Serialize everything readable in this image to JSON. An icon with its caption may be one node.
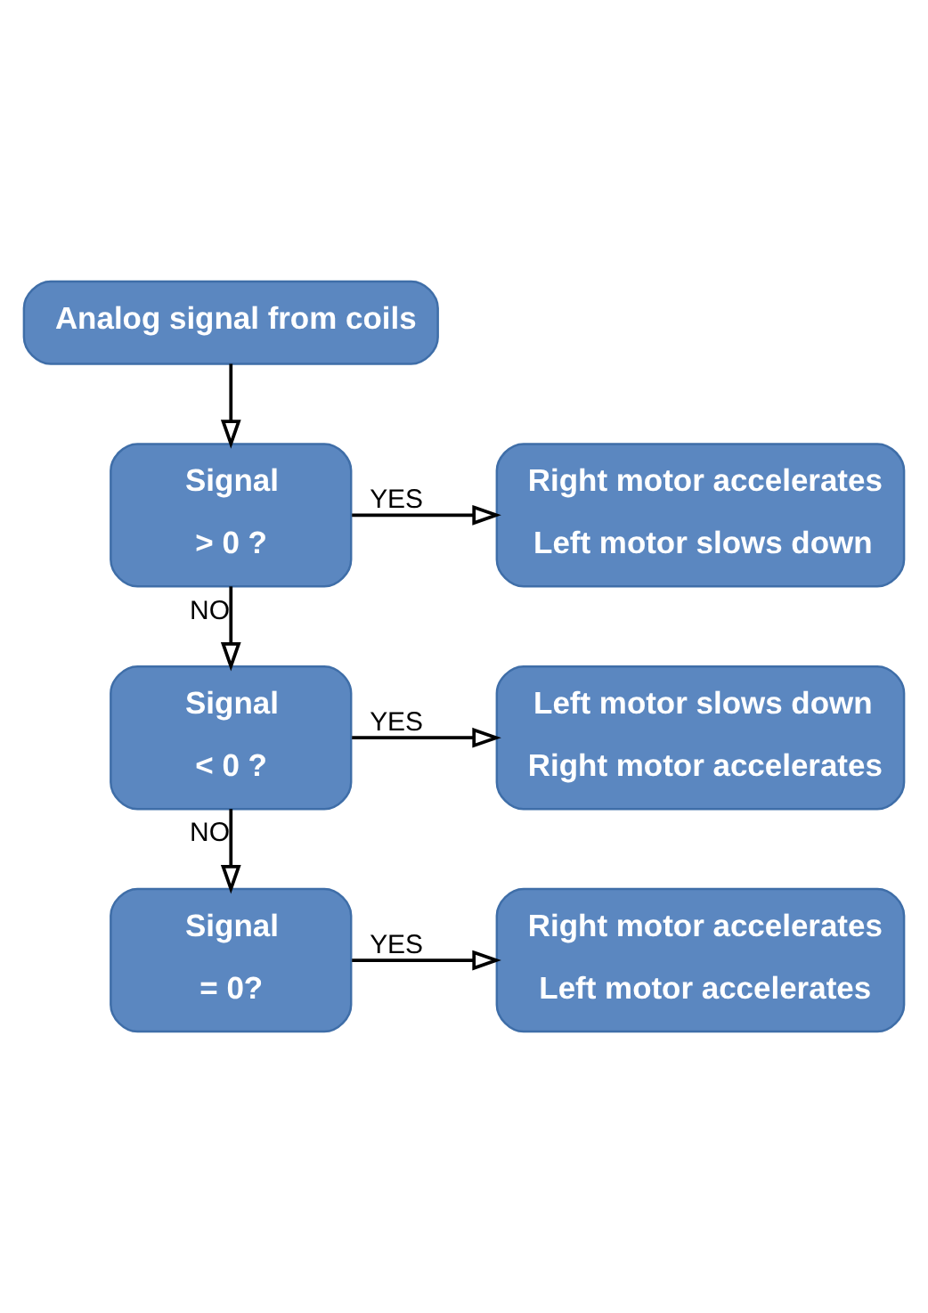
{
  "diagram": {
    "nodes": [
      {
        "text": [
          "Analog signal from coils"
        ]
      },
      {
        "text": [
          "Signal",
          "> 0 ?"
        ]
      },
      {
        "text": [
          "Right motor accelerates",
          "Left motor slows down"
        ]
      },
      {
        "text": [
          "Signal",
          "< 0 ?"
        ]
      },
      {
        "text": [
          "Left motor slows down",
          "Right motor accelerates"
        ]
      },
      {
        "text": [
          "Signal",
          "= 0?"
        ]
      },
      {
        "text": [
          "Right motor accelerates",
          "Left motor accelerates"
        ]
      }
    ],
    "edges": [
      {
        "from": 0,
        "to": 1,
        "arrow": "to"
      },
      {
        "from": 1,
        "to": 2,
        "arrow": "to",
        "label": "YES"
      },
      {
        "from": 1,
        "to": 3,
        "arrow": "to",
        "label": "NO"
      },
      {
        "from": 3,
        "to": 4,
        "arrow": "to",
        "label": "YES"
      },
      {
        "from": 3,
        "to": 5,
        "arrow": "to",
        "label": "NO"
      },
      {
        "from": 5,
        "to": 6,
        "arrow": "to",
        "label": "YES"
      }
    ]
  }
}
